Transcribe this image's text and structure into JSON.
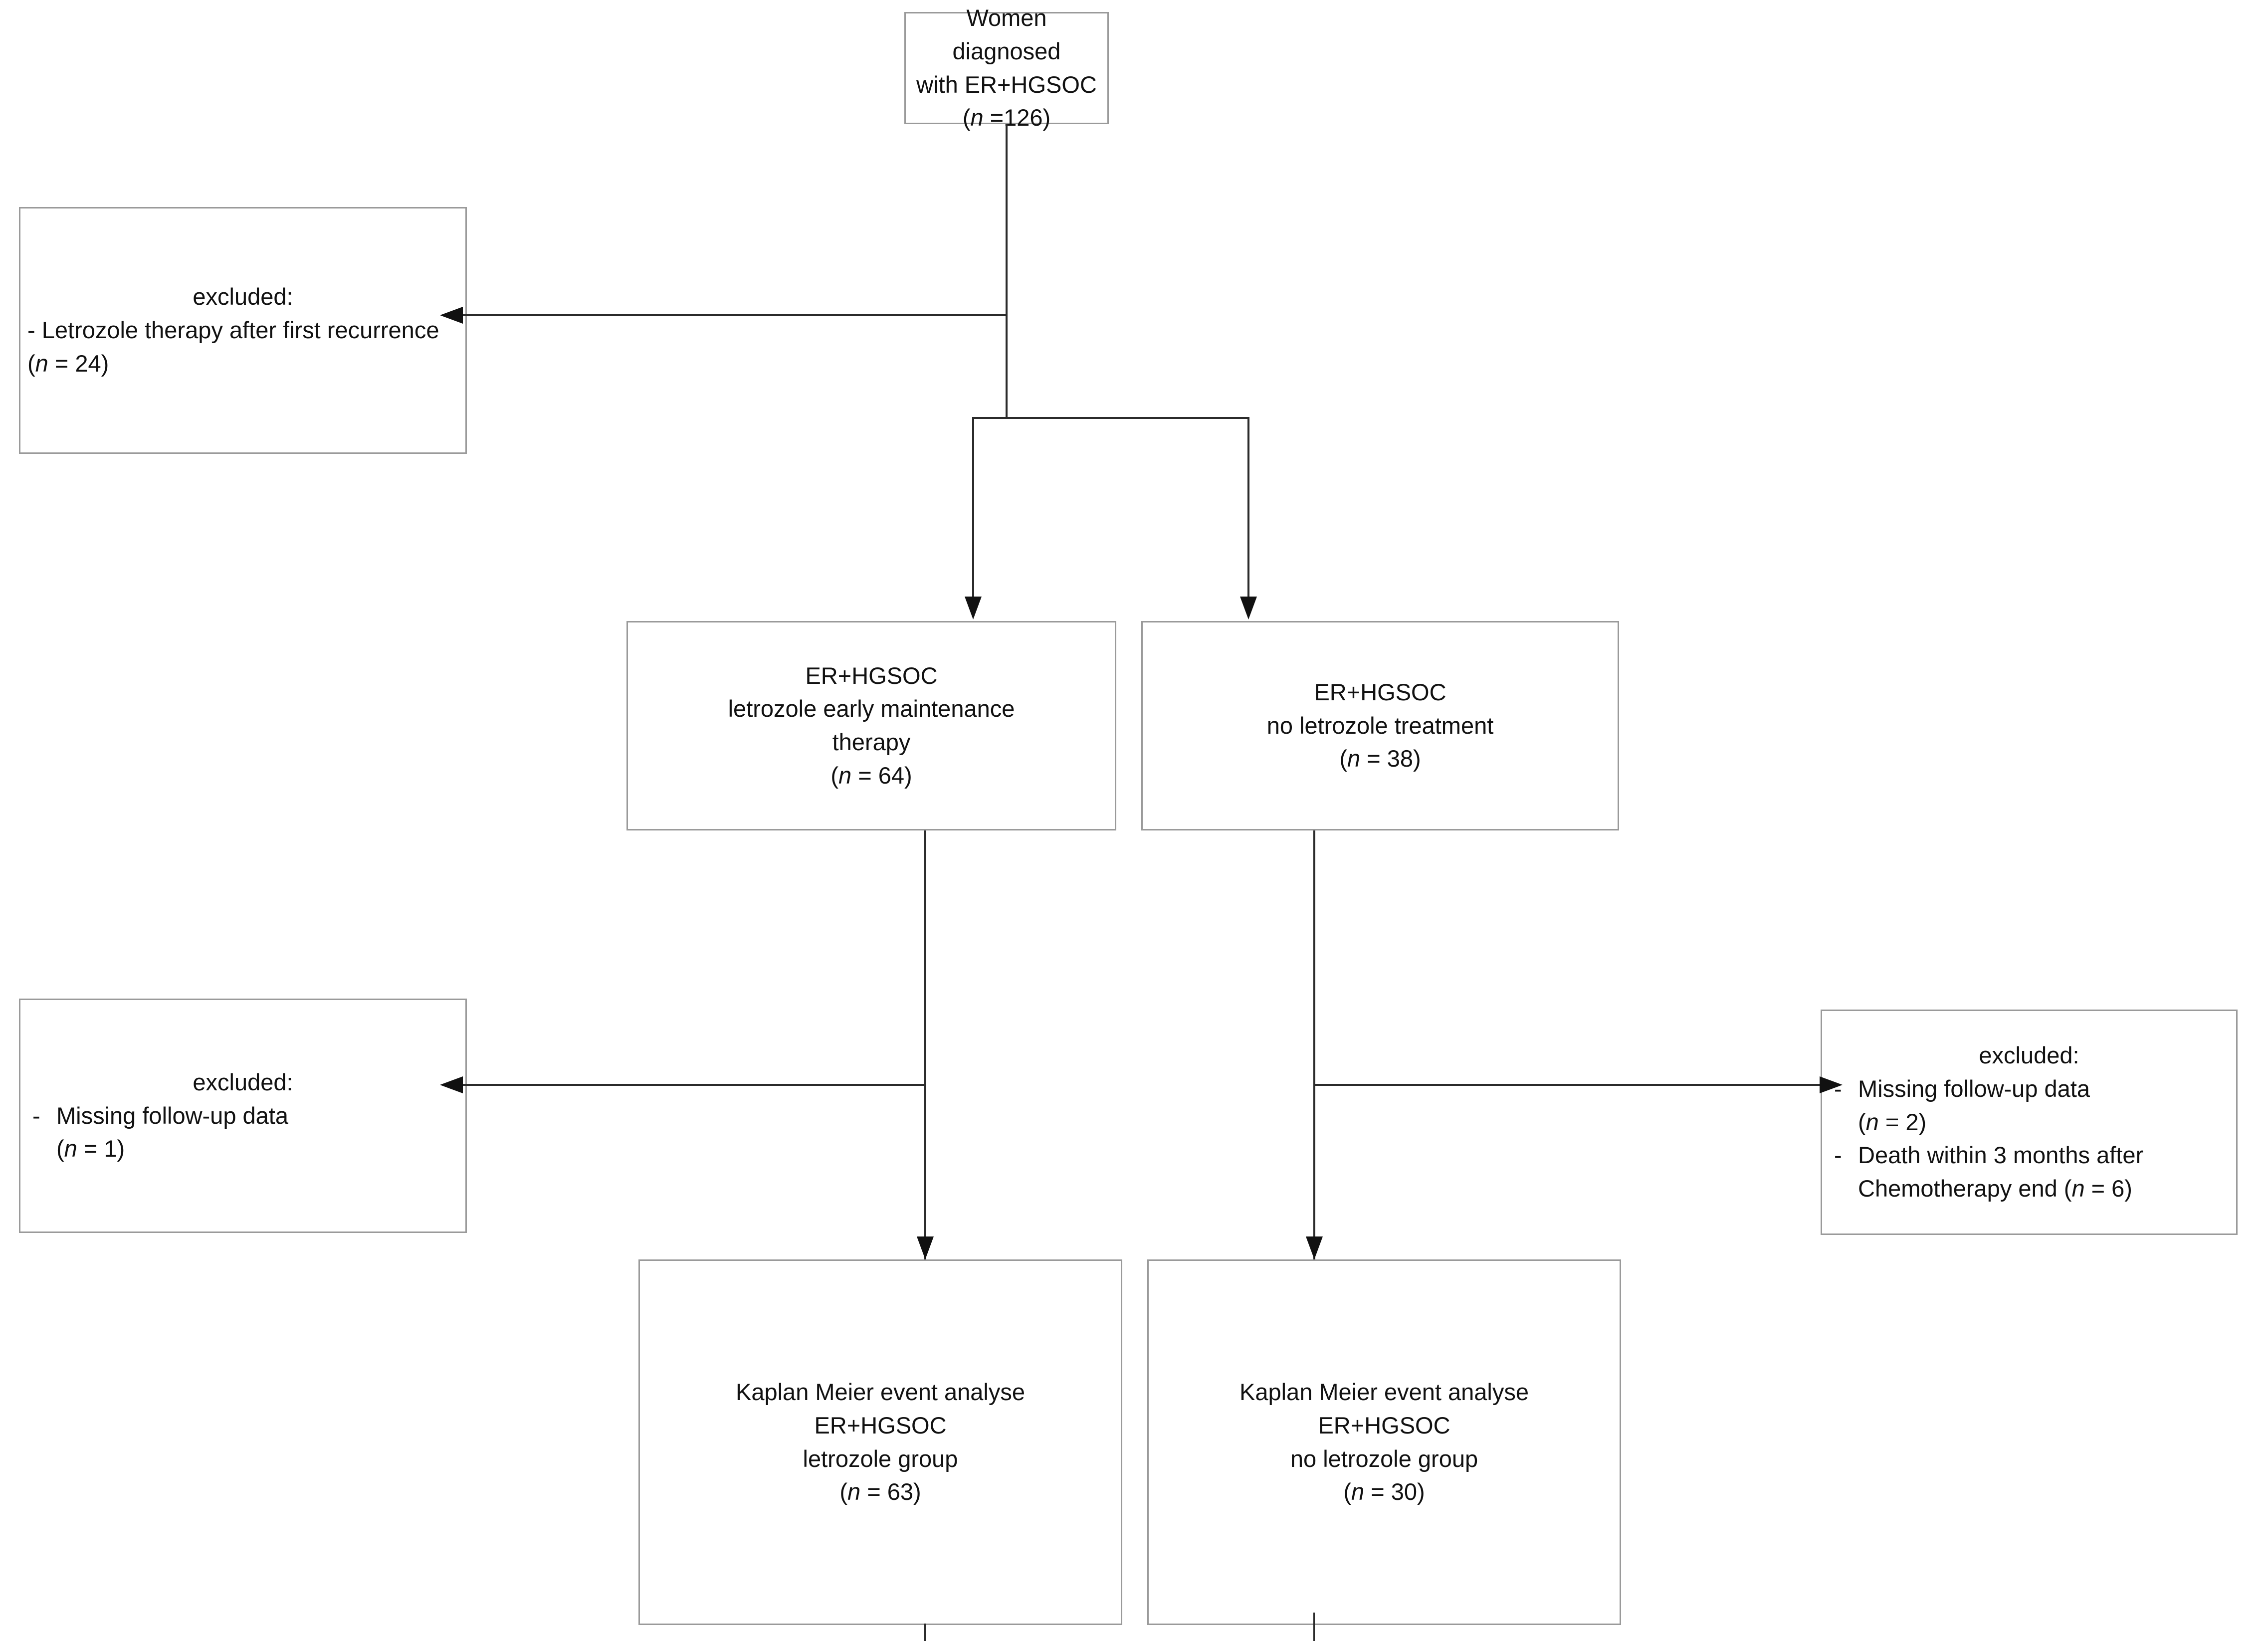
{
  "diagram": {
    "type": "flowchart",
    "title": "CONSORT-style patient selection flow diagram",
    "nodes": {
      "enrolled": {
        "id": "enrolled",
        "lines": [
          "Women diagnosed",
          "with ER+HGSOC",
          "(n =126)"
        ],
        "n": 126
      },
      "excluded_top": {
        "id": "excluded_top",
        "header": "excluded:",
        "items": [
          {
            "mark": "-",
            "text": "Letrozole therapy after first recurrence (n = 24)",
            "n": 24
          }
        ]
      },
      "letrozole_group": {
        "id": "letrozole_group",
        "lines": [
          "ER+HGSOC",
          "letrozole early maintenance",
          "therapy",
          "(n = 64)"
        ],
        "n": 64
      },
      "no_letrozole_group": {
        "id": "no_letrozole_group",
        "lines": [
          "ER+HGSOC",
          "no letrozole treatment",
          "(n = 38)"
        ],
        "n": 38
      },
      "excluded_left": {
        "id": "excluded_left",
        "header": "excluded:",
        "items": [
          {
            "mark": "-",
            "text": "Missing follow-up data (n = 1)",
            "n": 1
          }
        ]
      },
      "excluded_right": {
        "id": "excluded_right",
        "header": "excluded:",
        "items": [
          {
            "mark": "-",
            "text": "Missing follow-up data (n = 2)",
            "n": 2
          },
          {
            "mark": "-",
            "text": "Death within 3 months after Chemotherapy end (n = 6)",
            "n": 6
          }
        ]
      },
      "km_letrozole": {
        "id": "km_letrozole",
        "lines": [
          "Kaplan Meier event analyse",
          "ER+HGSOC",
          "letrozole group",
          "(n = 63)"
        ],
        "n": 63
      },
      "km_no_letrozole": {
        "id": "km_no_letrozole",
        "lines": [
          "Kaplan Meier event analyse",
          "ER+HGSOC",
          "no letrozole group",
          "(n = 30)"
        ],
        "n": 30
      }
    },
    "edges": [
      {
        "from": "enrolled",
        "to": "excluded_top",
        "style": "elbow-left-arrow"
      },
      {
        "from": "enrolled",
        "to": "letrozole_group",
        "style": "split-down-arrow"
      },
      {
        "from": "enrolled",
        "to": "no_letrozole_group",
        "style": "split-down-arrow"
      },
      {
        "from": "letrozole_group",
        "to": "excluded_left",
        "style": "elbow-left-arrow"
      },
      {
        "from": "letrozole_group",
        "to": "km_letrozole",
        "style": "down-arrow"
      },
      {
        "from": "no_letrozole_group",
        "to": "excluded_right",
        "style": "elbow-right-arrow"
      },
      {
        "from": "no_letrozole_group",
        "to": "km_no_letrozole",
        "style": "down-arrow"
      }
    ],
    "colors": {
      "box_border": "#9a9a9a",
      "connector": "#2b2b2b",
      "text": "#111111",
      "background": "#ffffff"
    }
  }
}
